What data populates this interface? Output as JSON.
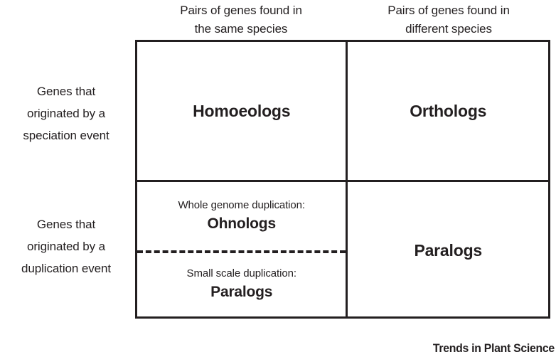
{
  "figure": {
    "type": "matrix-diagram",
    "column_headers": [
      "Pairs of genes found in\nthe same species",
      "Pairs of genes found in\ndifferent species"
    ],
    "row_labels": [
      "Genes that\noriginated by a\nspeciation event",
      "Genes that\noriginated by a\nduplication event"
    ],
    "cells": {
      "top_left": {
        "label": "Homoeologs"
      },
      "top_right": {
        "label": "Orthologs"
      },
      "bottom_left": {
        "split": true,
        "upper": {
          "caption": "Whole genome duplication:",
          "label": "Ohnologs"
        },
        "divider": "dashed",
        "lower": {
          "caption": "Small scale duplication:",
          "label": "Paralogs"
        }
      },
      "bottom_right": {
        "label": "Paralogs"
      }
    },
    "credit": "Trends in Plant Science",
    "colors": {
      "ink": "#231f20",
      "background": "#ffffff"
    }
  }
}
